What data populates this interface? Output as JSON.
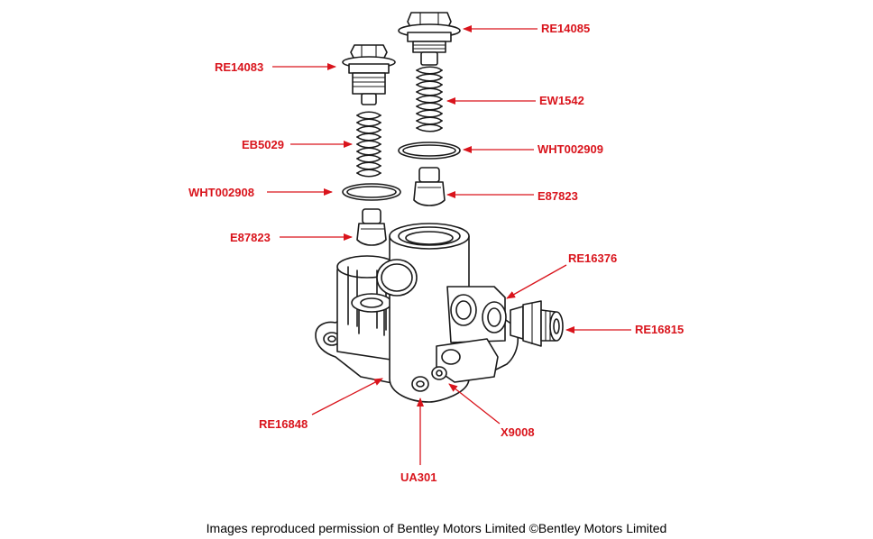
{
  "accent_color": "#d9141c",
  "caption": "Images reproduced permission of Bentley Motors Limited ©Bentley Motors Limited",
  "parts": {
    "re14085": "RE14085",
    "re14083": "RE14083",
    "ew1542": "EW1542",
    "eb5029": "EB5029",
    "wht002909": "WHT002909",
    "wht002908": "WHT002908",
    "e87823_right": "E87823",
    "e87823_left": "E87823",
    "re16376": "RE16376",
    "re16815": "RE16815",
    "re16848": "RE16848",
    "x9008": "X9008",
    "ua301": "UA301"
  }
}
